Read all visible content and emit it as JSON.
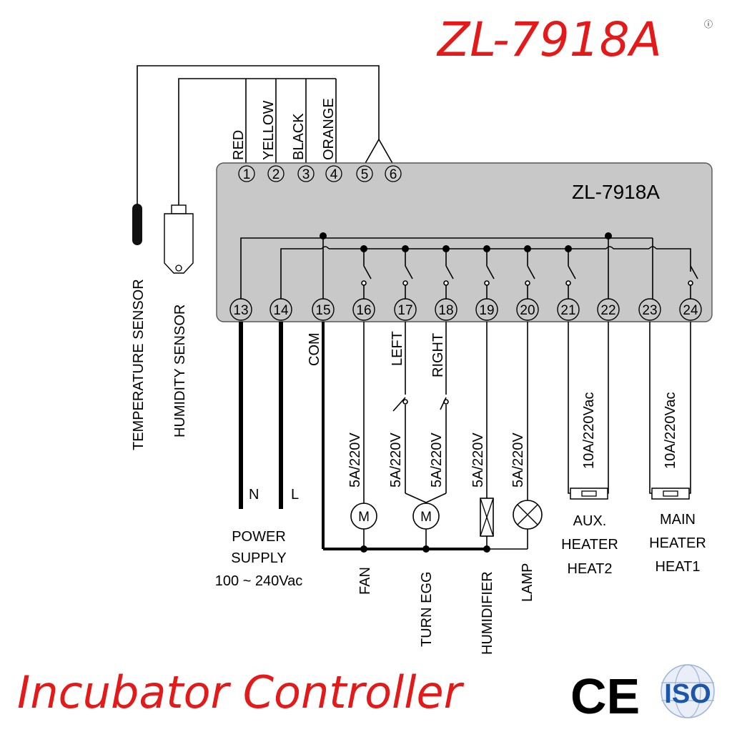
{
  "title": "ZL-7918A",
  "footer_title": "Incubator Controller",
  "marks": {
    "ce": "CE",
    "iso": "ISO"
  },
  "controller": {
    "model": "ZL-7918A",
    "top_terminals": [
      "1",
      "2",
      "3",
      "4",
      "5",
      "6"
    ],
    "bottom_terminals": [
      "13",
      "14",
      "15",
      "16",
      "17",
      "18",
      "19",
      "20",
      "21",
      "22",
      "23",
      "24"
    ]
  },
  "wire_colors": [
    "RED",
    "YELLOW",
    "BLACK",
    "ORANGE"
  ],
  "sensors": {
    "temperature": "TEMPERATURE SENSOR",
    "humidity": "HUMIDITY SENSOR"
  },
  "power": {
    "n": "N",
    "l": "L",
    "line1": "POWER",
    "line2": "SUPPLY",
    "line3": "100 ~ 240Vac"
  },
  "labels": {
    "com": "COM",
    "left": "LEFT",
    "right": "RIGHT",
    "rating_5a": "5A/220V",
    "rating_10a": "10A/220Vac",
    "motor": "M"
  },
  "loads": {
    "fan": "FAN",
    "turn_egg": "TURN EGG",
    "humidifier": "HUMIDIFIER",
    "lamp": "LAMP",
    "aux_heater": [
      "AUX.",
      "HEATER",
      "HEAT2"
    ],
    "main_heater": [
      "MAIN",
      "HEATER",
      "HEAT1"
    ]
  },
  "colors": {
    "title_red": "#e41a1a",
    "panel": "#c8c8c8",
    "iso_blue": "#1b56a8"
  }
}
